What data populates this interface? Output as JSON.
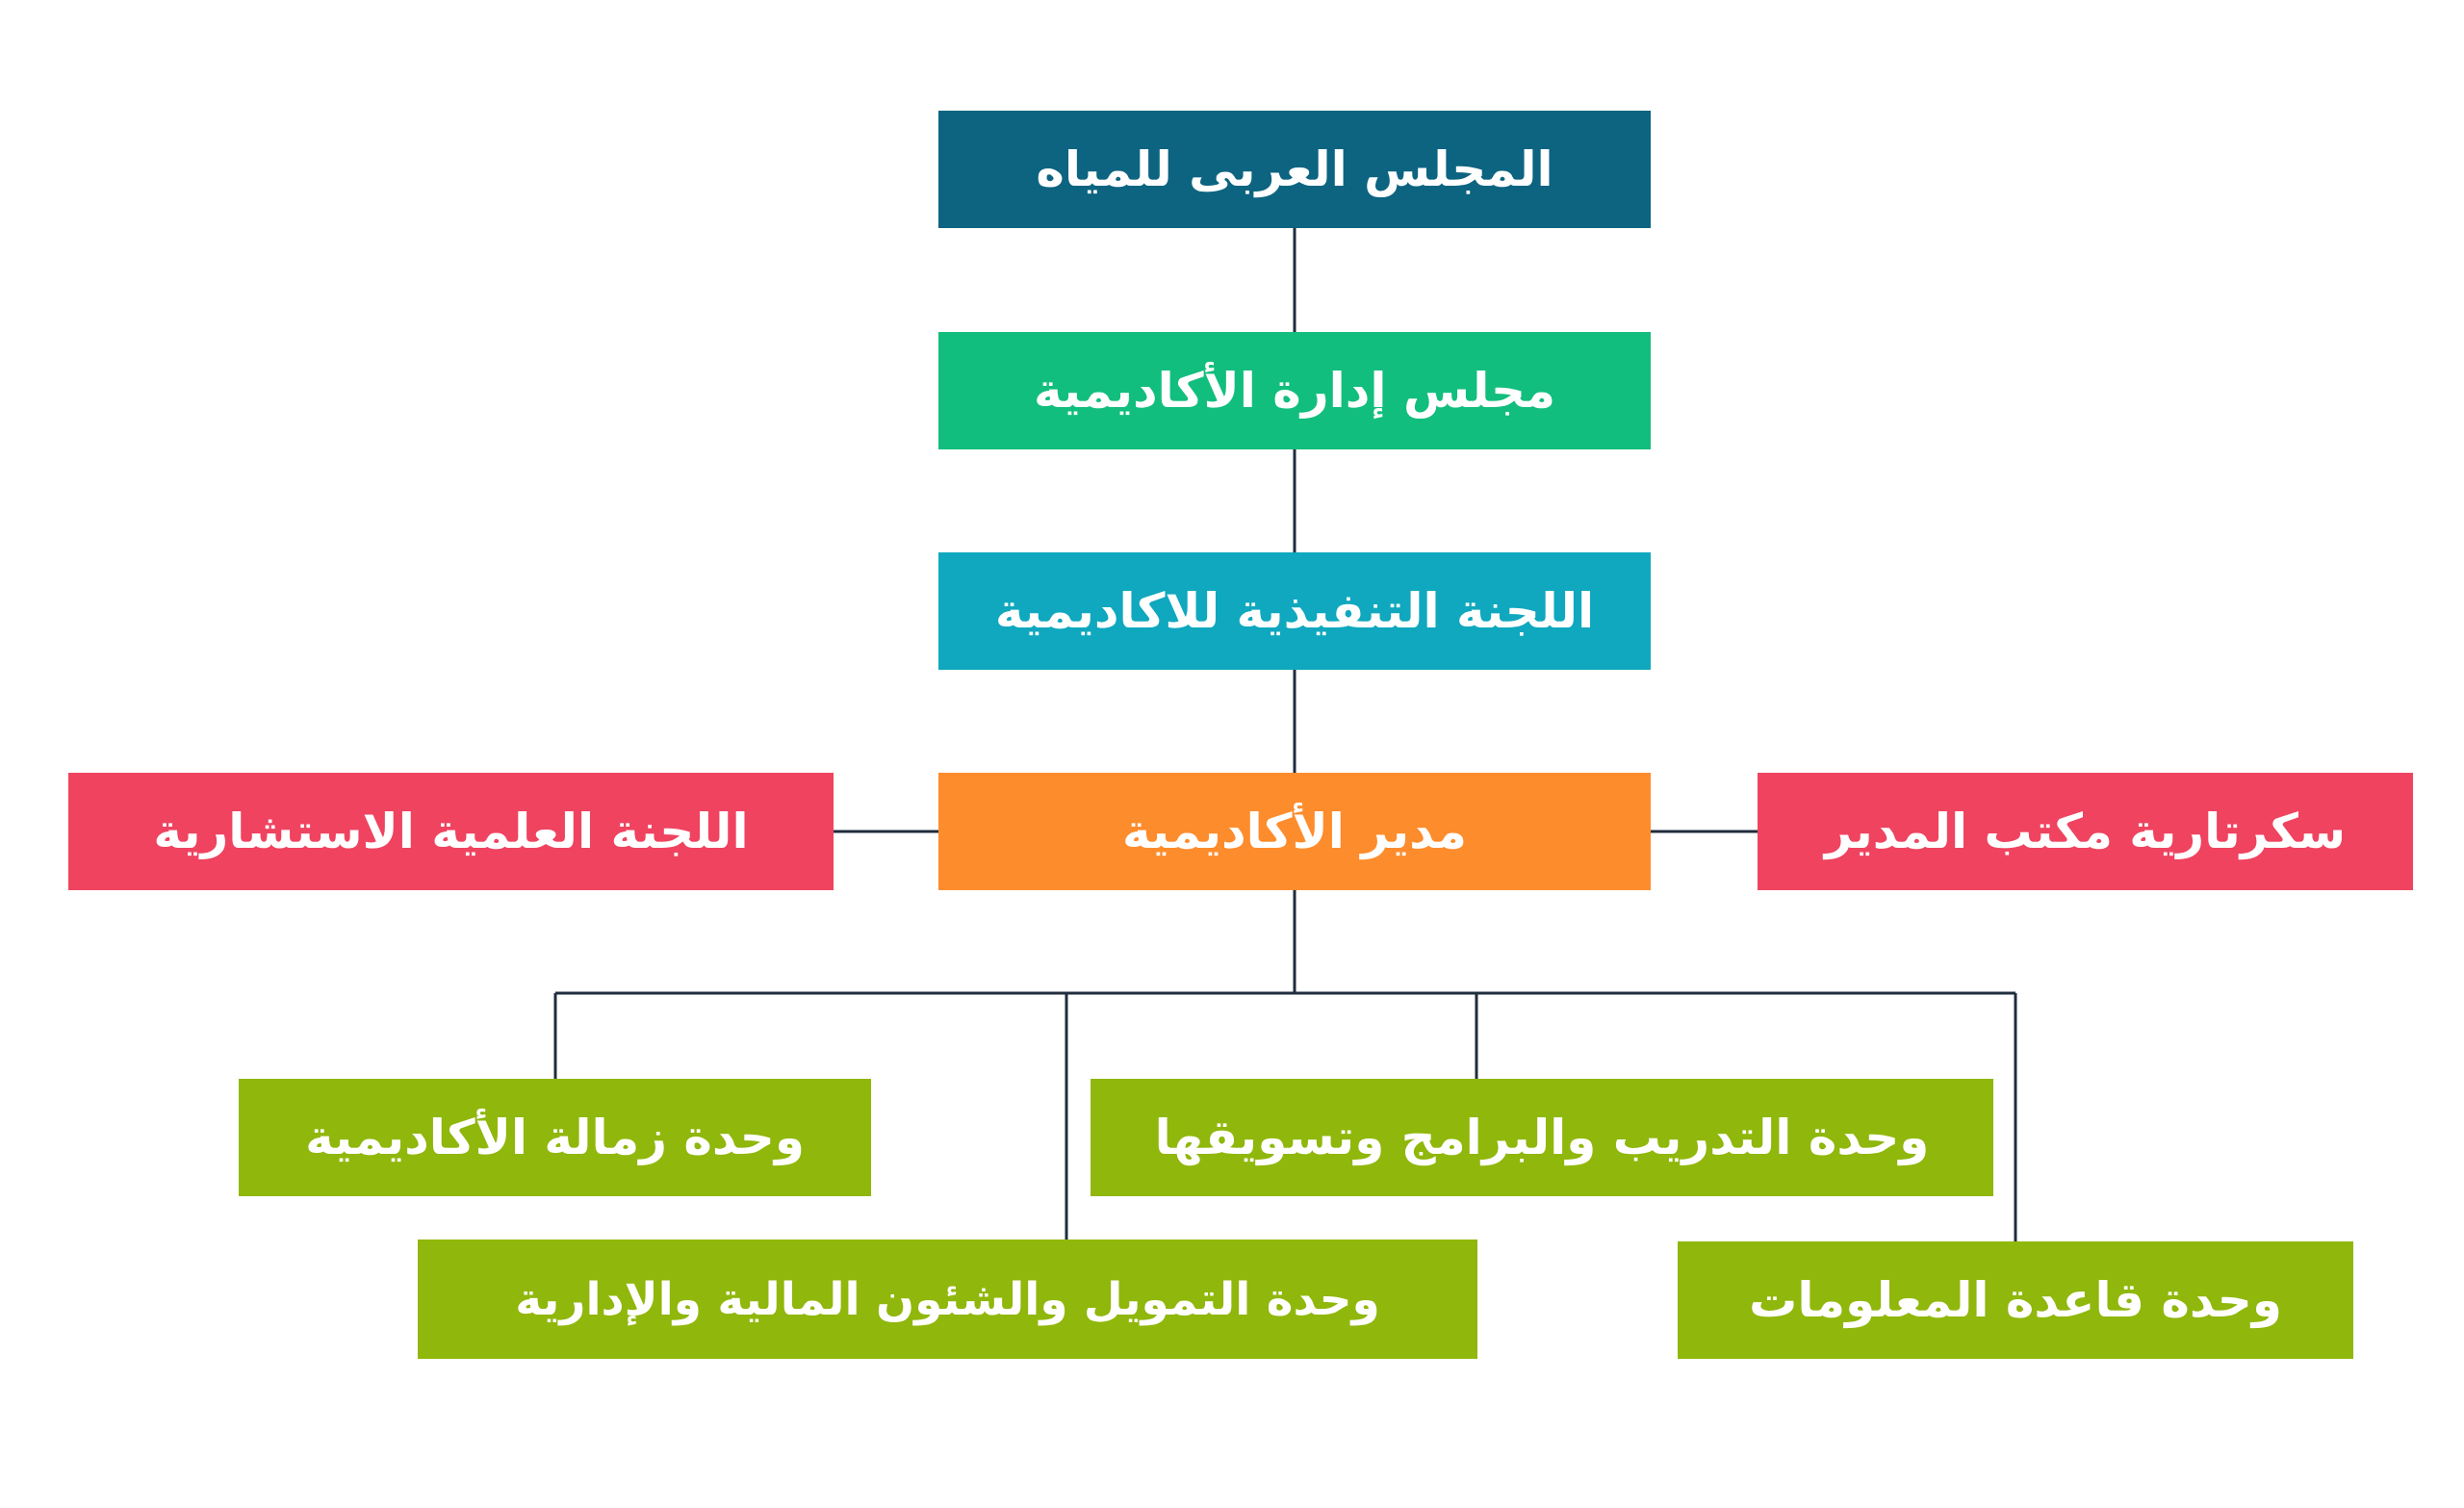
{
  "chart": {
    "top": "المجلس العربى للمياه",
    "board": "مجلس إدارة الأكاديمية",
    "executive": "اللجنة التنفيذية للاكاديمية",
    "director": "مدير الأكاديمية",
    "advisory": "اللجنة العلمية الاستشارية",
    "secretariat": "سكرتارية مكتب المدير",
    "units": {
      "fellowship": "وحدة زمالة الأكاديمية",
      "training": "وحدة التدريب والبرامج وتسويقها",
      "finance": "وحدة التمويل والشئون المالية والإدارية",
      "database": "وحدة قاعدة المعلومات"
    }
  },
  "colors": {
    "top": "#0c6480",
    "board": "#12be7d",
    "executive": "#0fa8be",
    "director": "#fd8c2c",
    "side": "#ef4360",
    "unit": "#90b70b",
    "connector": "#1f2d3d"
  }
}
